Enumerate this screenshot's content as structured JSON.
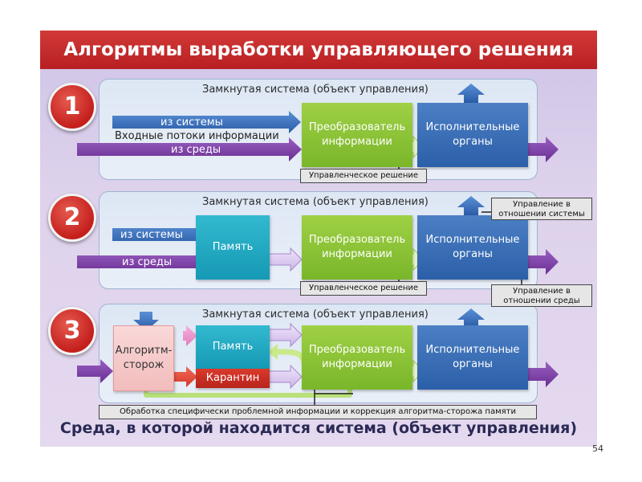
{
  "title": "Алгоритмы выработки управляющего решения",
  "footer": "Среда, в которой находится система (объект управления)",
  "page_number": "54",
  "closed_system": "Замкнутая система (объект управления)",
  "badges": [
    "1",
    "2",
    "3"
  ],
  "from_system": "из системы",
  "from_env": "из среды",
  "input_flows": "Входные потоки информации",
  "converter": "Преобразователь информации",
  "executive": "Исполнительные органы",
  "memory": "Память",
  "guard": "Алгоритм-сторож",
  "quarantine": "Карантин",
  "decision": "Управленческое решение",
  "control_system": "Управление в отношении системы",
  "control_env": "Управление в отношении среды",
  "processing": "Обработка специфически проблемной информации и коррекция алгоритма-сторожа памяти",
  "colors": {
    "title_red": "#c1272d",
    "green": "#8cc63f",
    "blue": "#3a6fb7",
    "teal": "#22a8c3",
    "purple": "#7b3fa0"
  }
}
